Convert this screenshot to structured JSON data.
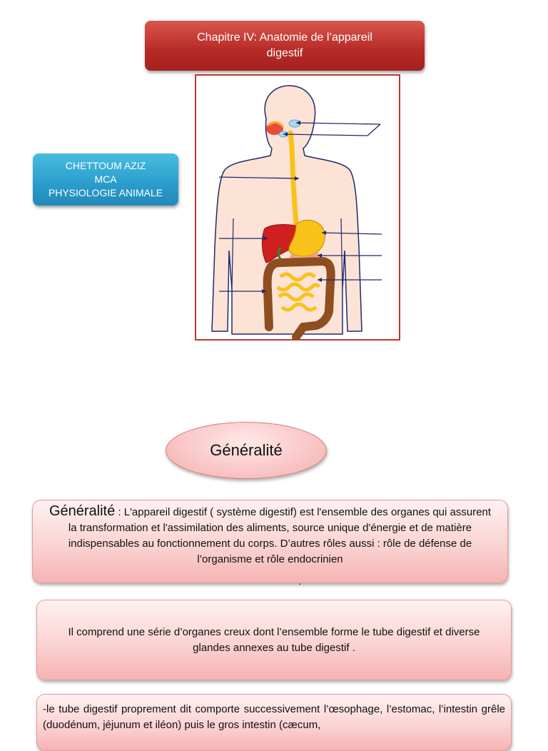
{
  "title": {
    "line1": "Chapitre IV: Anatomie de l’appareil",
    "line2": "digestif"
  },
  "author": {
    "name": "CHETTOUM AZIZ",
    "rank": "MCA",
    "department": "PHYSIOLOGIE ANIMALE"
  },
  "figure": {
    "colors": {
      "body": "#fde3d6",
      "outline": "#1f2a6b",
      "liver": "#cf1f1f",
      "stomach": "#f8c21a",
      "intestine": "#8e4e1f",
      "small_intestine": "#f8c21a",
      "gallbladder": "#2f8b2f",
      "frame": "#c0392b"
    }
  },
  "section_heading": "Généralité",
  "generalite": {
    "lead": "Généralité",
    "text": " : L'appareil digestif ( système digestif) est l'ensemble des organes qui assurent la transformation et l'assimilation des aliments, source unique d'énergie et de matière indispensables au fonctionnement du corps. D’autres rôles aussi : rôle de défense de l’organisme et rôle endocrinien",
    "trailing": "."
  },
  "paragraph2": "Il comprend une série d’organes creux dont l’ensemble forme le tube digestif et diverse glandes annexes  au tube digestif .",
  "paragraph3": "-le tube digestif proprement dit comporte successivement l’œsophage, l’estomac, l’intestin grêle (duodénum, jéjunum et iléon) puis le gros intestin (cæcum,"
}
